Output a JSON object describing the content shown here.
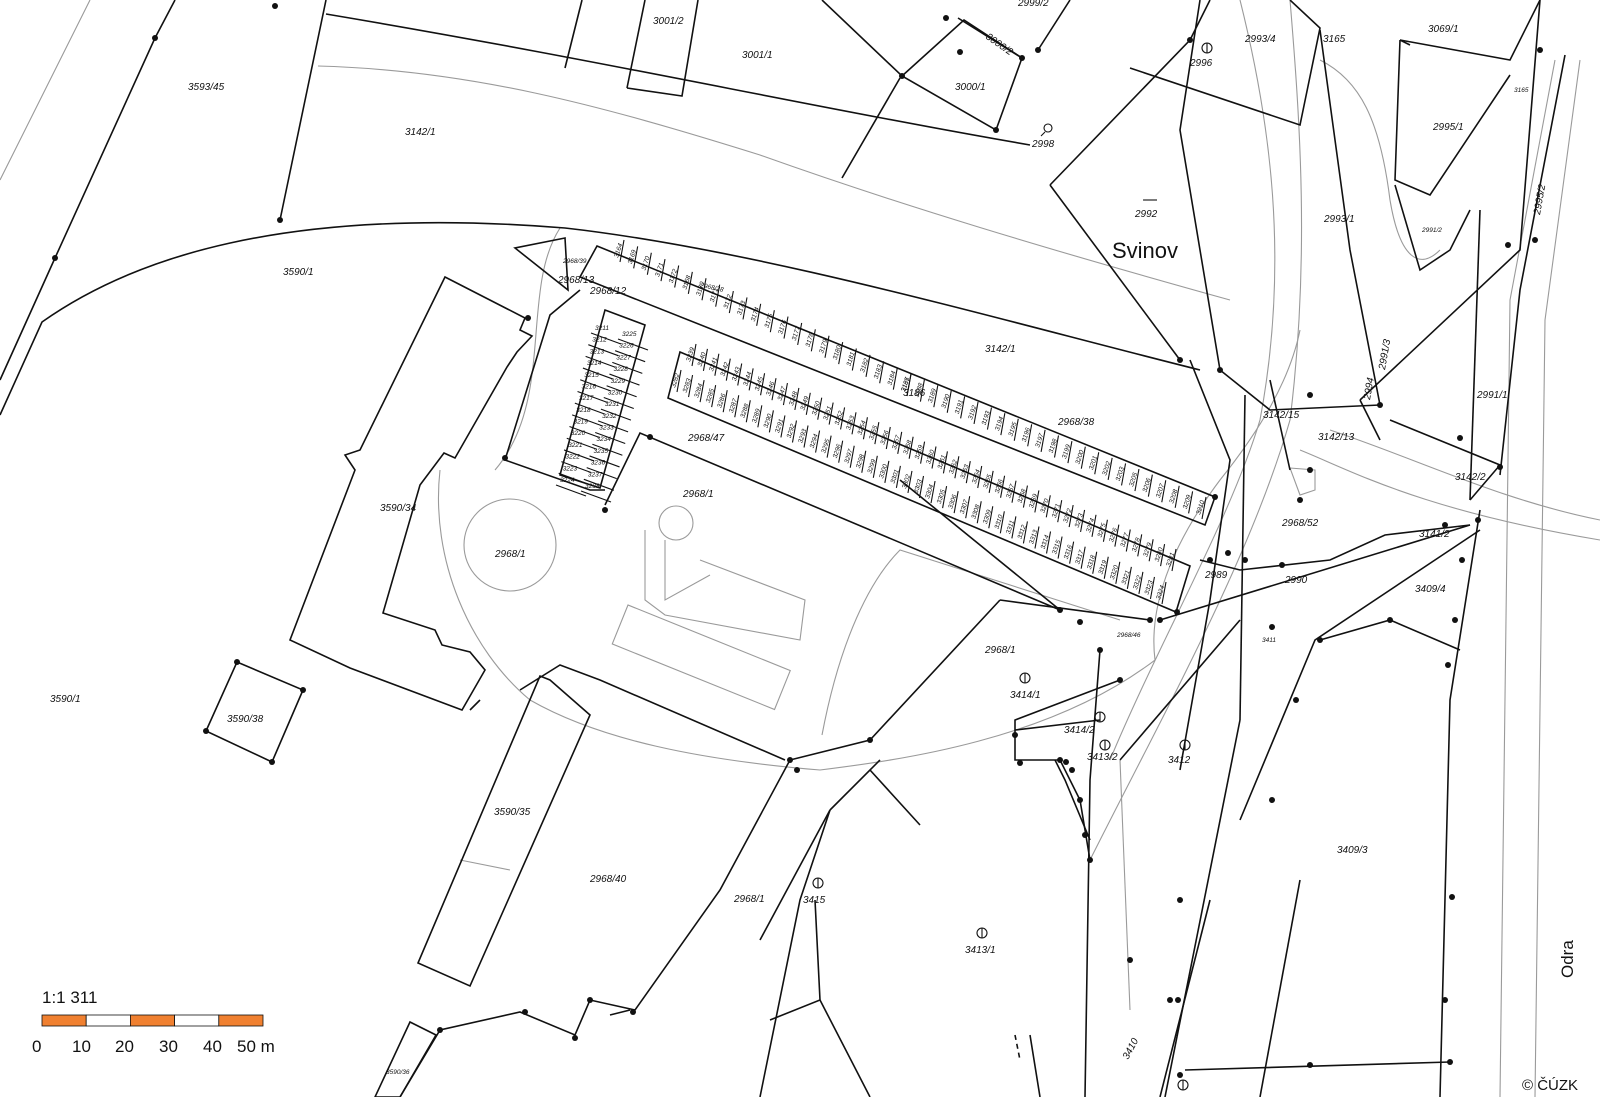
{
  "map": {
    "locality": "Svinov",
    "river": "Odra",
    "copyright": "© ČÚZK",
    "scale_ratio": "1:1 311",
    "scale_ticks": [
      "0",
      "10",
      "20",
      "30",
      "40",
      "50 m"
    ],
    "scale_colors": [
      "#f08030",
      "#ffffff"
    ],
    "parcels": [
      "3593/45",
      "3142/1",
      "3001/1",
      "3001/2",
      "3000/1",
      "3000/2",
      "2999/2",
      "2996",
      "2993/4",
      "3165",
      "3069/1",
      "2995/1",
      "2998",
      "2992",
      "2993/1",
      "2991/2",
      "2995/2",
      "3590/1",
      "2968/13",
      "2968/12",
      "2968/39",
      "2968/38",
      "3142/1",
      "2991/3",
      "2994",
      "2991/1",
      "3142/15",
      "3142/13",
      "3142/2",
      "2968/47",
      "2968/1",
      "3590/34",
      "2968/1",
      "2968/52",
      "3141/2",
      "2989",
      "2990",
      "3409/4",
      "3590/1",
      "3590/38",
      "2968/46",
      "2968/1",
      "3414/1",
      "3411",
      "3414/2",
      "3413/2",
      "3412",
      "3590/35",
      "3409/3",
      "2968/40",
      "2968/1",
      "3415",
      "3413/1",
      "3410",
      "3590/36",
      "3186",
      "2968/28",
      "3165"
    ],
    "garage_rows": [
      [
        "3164",
        "3169",
        "3170",
        "3171",
        "3172",
        "3168",
        "3170",
        "3171",
        "3172",
        "3173",
        "3174",
        "3175",
        "3176",
        "3177",
        "3178",
        "3179",
        "3180",
        "3181",
        "3182",
        "3183",
        "3184",
        "3185"
      ],
      [
        "3187",
        "3188",
        "3189",
        "3190",
        "3191",
        "3192",
        "3193",
        "3194",
        "3195",
        "3196",
        "3197",
        "3198",
        "3199",
        "3200",
        "3201",
        "3202",
        "3203",
        "3205",
        "3206",
        "3207",
        "3208",
        "3209",
        "3210"
      ],
      [
        "3211",
        "3212",
        "3213",
        "3214",
        "3215",
        "3216",
        "3217",
        "3218",
        "3219",
        "3220",
        "3221",
        "3222",
        "3223",
        "3224"
      ],
      [
        "3225",
        "3226",
        "3227",
        "3228",
        "3229",
        "3230",
        "3231",
        "3232",
        "3233",
        "3234",
        "3235",
        "3236",
        "3237",
        "3238"
      ],
      [
        "3239",
        "3240",
        "3241",
        "3242",
        "3243",
        "3244",
        "3245",
        "3246",
        "3247",
        "3248",
        "3249",
        "3250",
        "3251",
        "3252",
        "3253",
        "3254",
        "3255",
        "3256",
        "3257",
        "3258",
        "3259",
        "3260",
        "3261",
        "3262",
        "3263",
        "3264",
        "3265",
        "3266",
        "3267",
        "3268",
        "3269",
        "3270",
        "3271",
        "3272",
        "3273",
        "3274",
        "3275",
        "3276",
        "3277",
        "3278",
        "3279",
        "3280",
        "3281"
      ],
      [
        "3282",
        "3283",
        "3284",
        "3285",
        "3286",
        "3287",
        "3288",
        "3289",
        "3290",
        "3291",
        "3292",
        "3293",
        "3294",
        "3295",
        "3296",
        "3297",
        "3298",
        "3299",
        "3300",
        "3301",
        "3302",
        "3303",
        "3304",
        "3305",
        "3306",
        "3307",
        "3308",
        "3309",
        "3310",
        "3311",
        "3312",
        "3313",
        "3314",
        "3315",
        "3316",
        "3317",
        "3318",
        "3319",
        "3320",
        "3321",
        "3322",
        "3323",
        "3324"
      ]
    ]
  }
}
